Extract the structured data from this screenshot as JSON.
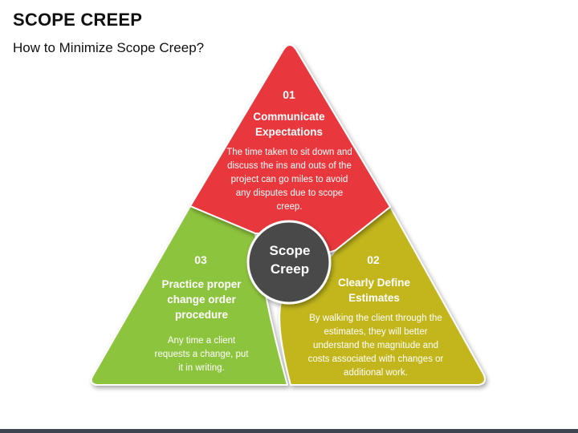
{
  "title": "SCOPE CREEP",
  "subtitle": "How to Minimize Scope Creep?",
  "center": {
    "label": "Scope Creep"
  },
  "sections": [
    {
      "number": "01",
      "heading": "Communicate Expectations",
      "description": "The time taken to sit down and discuss the ins and outs of the project can go miles to avoid any disputes due to scope creep.",
      "color": "#e8373e"
    },
    {
      "number": "02",
      "heading": "Clearly Define Estimates",
      "description": "By walking the client through the estimates, they will better understand the magnitude and costs associated with changes or additional work.",
      "color": "#c2b61c"
    },
    {
      "number": "03",
      "heading": "Practice proper change order procedure",
      "description": "Any time a client requests a change, put it in writing.",
      "color": "#8dc43c"
    }
  ],
  "center_color": "#4a4a4a"
}
